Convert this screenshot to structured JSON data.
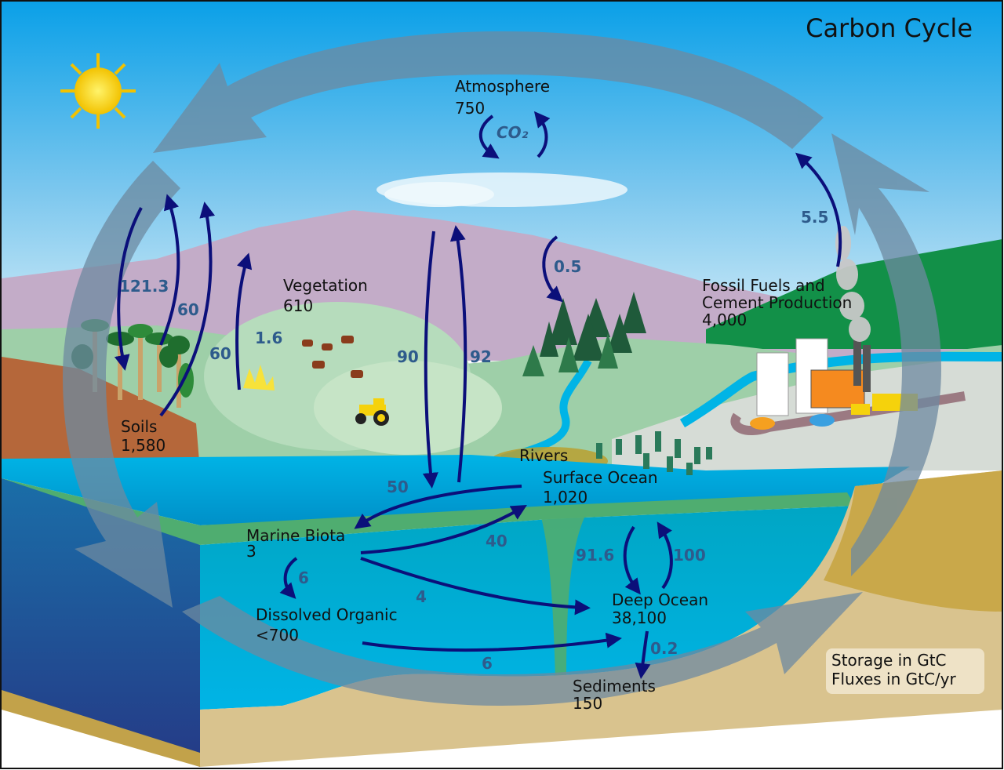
{
  "title": "Carbon Cycle",
  "legend": {
    "line1": "Storage in GtC",
    "line2": "Fluxes in GtC/yr"
  },
  "co2_label": "CO₂",
  "pools": {
    "atmosphere": {
      "name": "Atmosphere",
      "value": "750"
    },
    "vegetation": {
      "name": "Vegetation",
      "value": "610"
    },
    "soils": {
      "name": "Soils",
      "value": "1,580"
    },
    "fossil": {
      "name1": "Fossil Fuels and",
      "name2": "Cement Production",
      "value": "4,000"
    },
    "rivers": {
      "name": "Rivers"
    },
    "surface_ocean": {
      "name": "Surface Ocean",
      "value": "1,020"
    },
    "marine_biota": {
      "name": "Marine Biota",
      "value": "3"
    },
    "dissolved_organic": {
      "name": "Dissolved Organic",
      "value": "<700"
    },
    "deep_ocean": {
      "name": "Deep Ocean",
      "value": "38,100"
    },
    "sediments": {
      "name": "Sediments",
      "value": "150"
    }
  },
  "fluxes": {
    "land_uptake": "121.3",
    "plant_resp": "60",
    "soil_resp": "60",
    "land_use": "1.6",
    "ocean_down": "90",
    "ocean_up": "92",
    "forest": "0.5",
    "fossil_emission": "5.5",
    "surface_to_biota": "50",
    "biota_to_surface": "40",
    "biota_to_dissolved": "6",
    "biota_to_deep": "4",
    "dissolved_to_deep": "6",
    "deep_down": "91.6",
    "deep_up": "100",
    "sediment": "0.2"
  },
  "colors": {
    "sky_top": "#0aa0e8",
    "sky_bottom": "#c9e6f5",
    "flux_arrow": "#0b0f7a",
    "flux_text": "#2e5b8c",
    "ocean": "#00a7e1",
    "deep_ocean": "#00a0c8",
    "cycle_arrow": "#6d8aa0"
  }
}
